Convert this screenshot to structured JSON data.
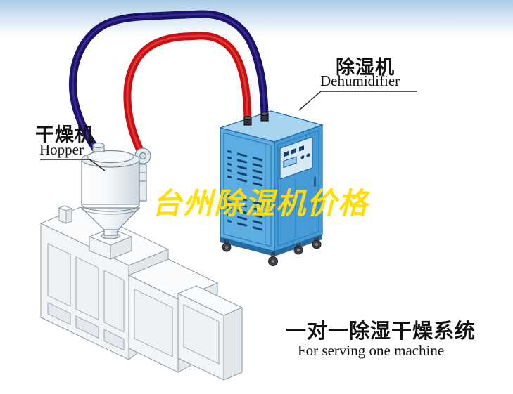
{
  "labels": {
    "hopper_cn": "干燥机",
    "hopper_en": "Hopper",
    "dehumidifier_cn": "除湿机",
    "dehumidifier_en": "Dehumidifier",
    "watermark": "台州除湿机价格",
    "system_cn": "一对一除湿干燥系统",
    "system_en": "For serving one machine"
  },
  "colors": {
    "pipe_red": "#c90f0f",
    "pipe_navy": "#1b1168",
    "cabinet_blue_front": "#5cade2",
    "cabinet_blue_side": "#449bd6",
    "cabinet_blue_top": "#a8d4f0",
    "watermark_yellow": "#ffde00",
    "sky_band": "#aecde8",
    "text": "#111111"
  }
}
